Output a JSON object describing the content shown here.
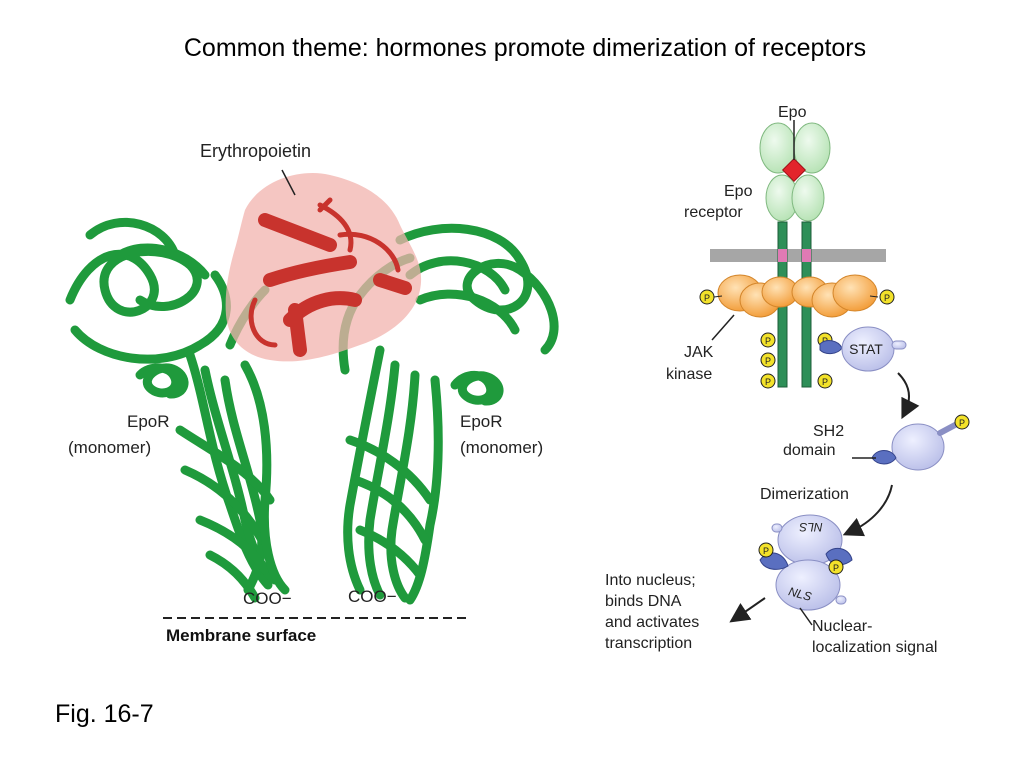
{
  "slide": {
    "title": "Common theme: hormones promote dimerization of receptors",
    "caption": "Fig. 16-7"
  },
  "left_panel": {
    "hormone_label": "Erythropoietin",
    "receptor_left_label": [
      "EpoR",
      "(monomer)"
    ],
    "receptor_right_label": [
      "EpoR",
      "(monomer)"
    ],
    "coo_left": "COO−",
    "coo_right": "COO−",
    "membrane_label": "Membrane surface"
  },
  "right_panel": {
    "epo_label": "Epo",
    "epo_receptor_label": [
      "Epo",
      "receptor"
    ],
    "jak_label": [
      "JAK",
      "kinase"
    ],
    "stat_label": "STAT",
    "phospho_label": "P",
    "sh2_label": [
      "SH2",
      "domain"
    ],
    "dimerization_label": "Dimerization",
    "nls_label": "NLS",
    "nucleus_label": [
      "Into nucleus;",
      "binds DNA",
      "and activates",
      "transcription"
    ],
    "nls_signal_label": [
      "Nuclear-",
      "localization signal"
    ]
  },
  "colors": {
    "ribbon_green": "#1f9a3c",
    "hormone_red": "#c8332d",
    "hormone_surface": "#f2b3ad",
    "receptor_light_green": "#cdeccb",
    "jak_orange": "#f5a94a",
    "stat_lavender": "#c9cdf0",
    "sh2_blue": "#5a6fc0",
    "phospho_yellow": "#f3e22a",
    "membrane_gray": "#a6a6a6"
  }
}
